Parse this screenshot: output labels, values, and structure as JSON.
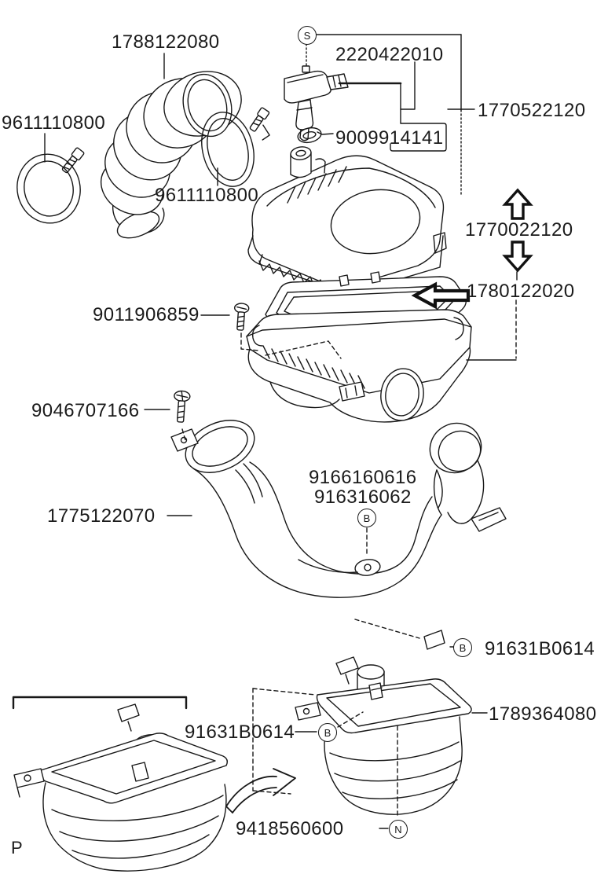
{
  "diagram_title": "Air cleaner exploded parts diagram",
  "colors": {
    "ink": "#181818",
    "background": "#ffffff"
  },
  "parts": {
    "intake_hose": "1788122080",
    "clamp_left": "9611110800",
    "clamp_inlet": "9611110800",
    "maf_sensor": "2220422010",
    "sensor_oring": "9009914141",
    "cleaner_cap": "1770522120",
    "cleaner_assembly": "1770022120",
    "filter_element": "1780122020",
    "screw_case": "9011906859",
    "screw_bracket": "9046707166",
    "inlet_pipe": "1775122070",
    "bolt_number_a": "9166160616",
    "bolt_number_b": "916316062",
    "clip_upper": "91631B0614",
    "clip_lower": "91631B0614",
    "resonator": "1789364080",
    "nut": "9418560600"
  },
  "callouts": {
    "sensor_screw": "S",
    "bolt_mid": "B",
    "bolt_upper": "B",
    "bolt_lower": "B",
    "nut_ref": "N",
    "view_ref": "P"
  },
  "icons": {
    "assembly_up": "arrow-up",
    "assembly_down": "arrow-down",
    "element_pointer": "arrow-left",
    "install_direction": "curved-arrow"
  }
}
